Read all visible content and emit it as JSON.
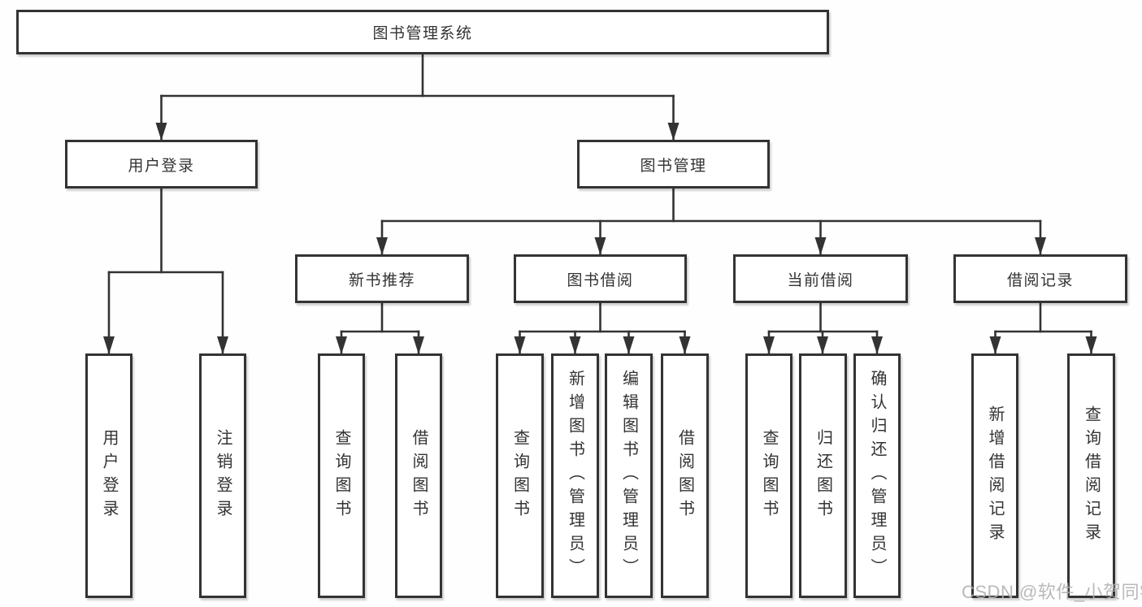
{
  "diagram": {
    "root": {
      "label": "图书管理系统"
    },
    "level2": [
      {
        "label": "用户登录"
      },
      {
        "label": "图书管理"
      }
    ],
    "level3": [
      {
        "label": "新书推荐"
      },
      {
        "label": "图书借阅"
      },
      {
        "label": "当前借阅"
      },
      {
        "label": "借阅记录"
      }
    ],
    "leaves": {
      "user_login": [
        "用户登录",
        "注销登录"
      ],
      "new_book": [
        "查询图书",
        "借阅图书"
      ],
      "book_borrow": [
        "查询图书",
        "新增图书（管理员）",
        "编辑图书（管理员）",
        "借阅图书"
      ],
      "current_borrow": [
        "查询图书",
        "归还图书",
        "确认归还（管理员）"
      ],
      "borrow_records": [
        "新增借阅记录",
        "查询借阅记录"
      ]
    },
    "colors": {
      "line": "#333333",
      "box_border": "#333333",
      "box_fill": "#ffffff",
      "text": "#333333",
      "watermark": "#afafaf"
    },
    "watermark": "CSDN @软件_小贺同学"
  }
}
